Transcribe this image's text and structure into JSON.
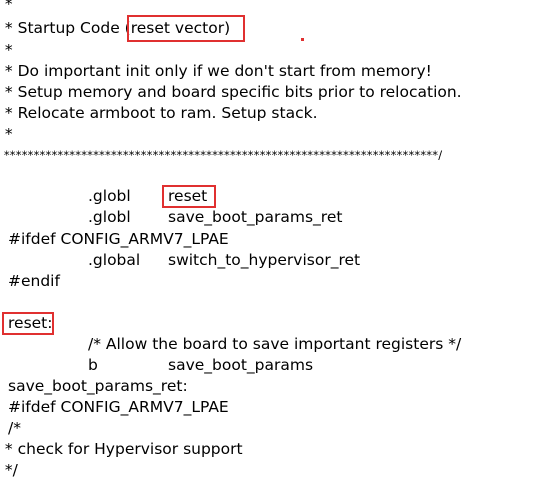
{
  "lines": {
    "l0": " *",
    "l1a": " * Startup Code ",
    "l1b": "(reset vector)",
    "l2": " *",
    "l3": " * Do important init only if we don't start from memory!",
    "l4": " * Setup memory and board specific bits prior to relocation.",
    "l5": " * Relocate armboot to ram. Setup stack.",
    "l6": " *",
    "l7": " *************************************************************************/",
    "l8_dir": ".globl",
    "l8_sym": "reset",
    "l9_dir": ".globl",
    "l9_sym": "save_boot_params_ret",
    "l10": "#ifdef CONFIG_ARMV7_LPAE",
    "l11_dir": ".global",
    "l11_sym": "switch_to_hypervisor_ret",
    "l12": "#endif",
    "l13": "reset:",
    "l14": "/* Allow the board to save important registers */",
    "l15_op": "b",
    "l15_sym": "save_boot_params",
    "l16": "save_boot_params_ret:",
    "l17": "#ifdef CONFIG_ARMV7_LPAE",
    "l18": "/*",
    "l19": " * check for Hypervisor support",
    "l20": " */"
  },
  "highlight_color": "#e03030"
}
